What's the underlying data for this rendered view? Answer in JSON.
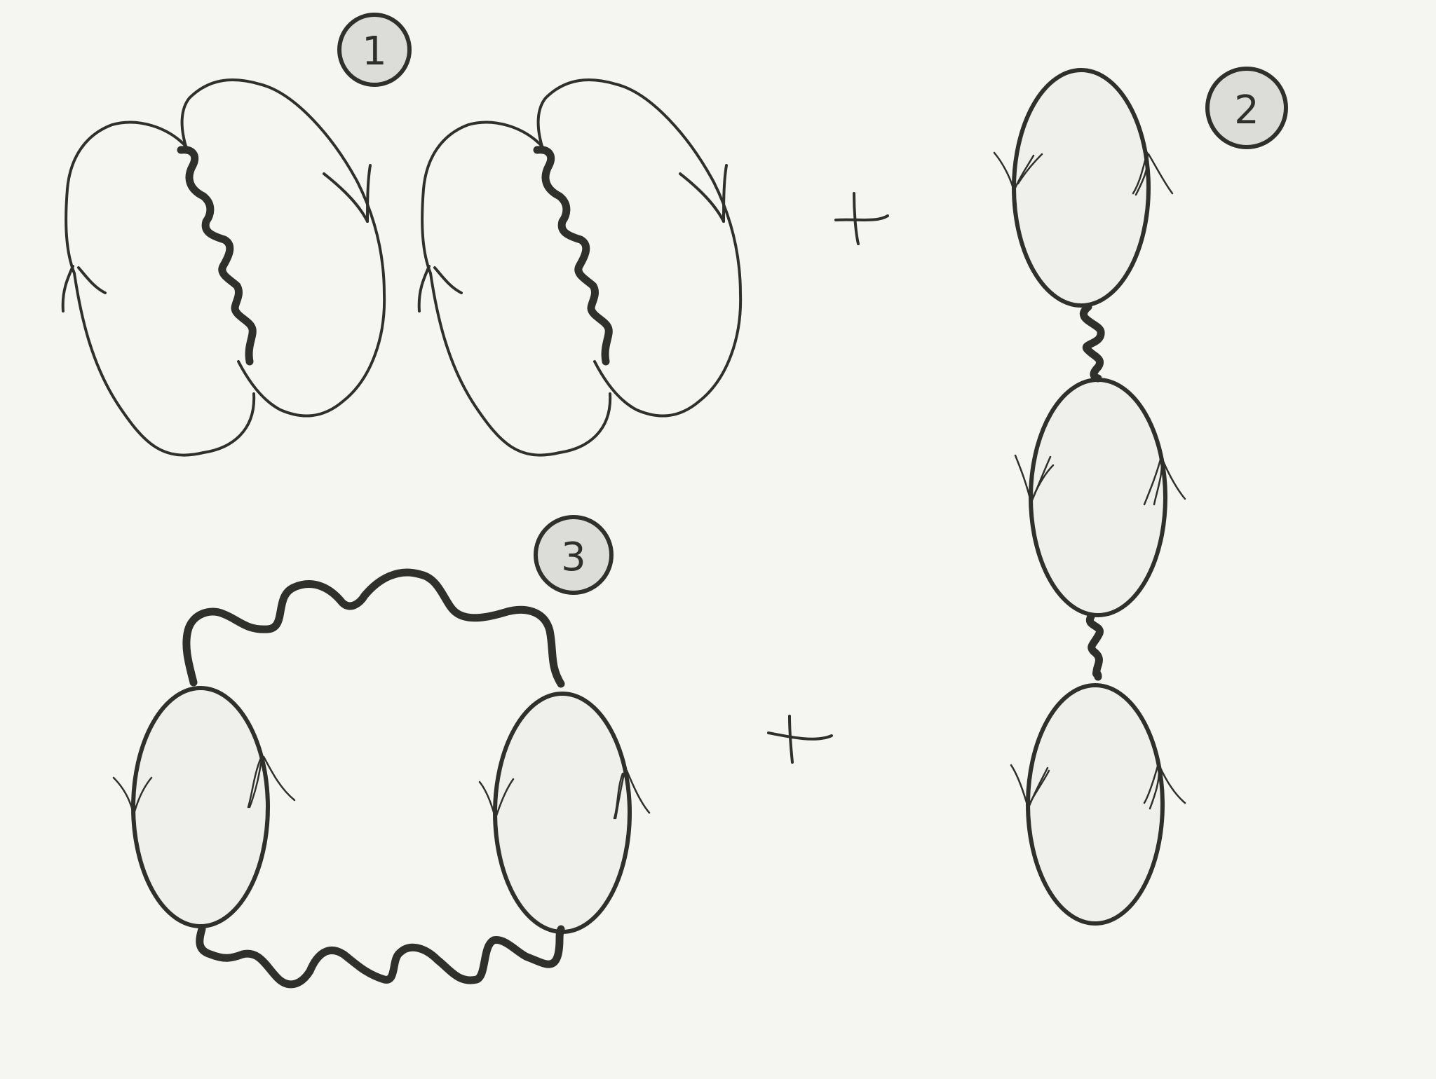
{
  "diagram": {
    "badges": [
      {
        "id": "1",
        "label": "1"
      },
      {
        "id": "2",
        "label": "2"
      },
      {
        "id": "3",
        "label": "3"
      }
    ],
    "operators": [
      {
        "id": "plus-1",
        "label": "+"
      },
      {
        "id": "plus-2",
        "label": "+"
      }
    ],
    "colors": {
      "background": "#f5f5f1",
      "ink": "#2f2f2c",
      "loop_fill": "#efefec",
      "badge_fill": "#dcdcd8"
    }
  }
}
